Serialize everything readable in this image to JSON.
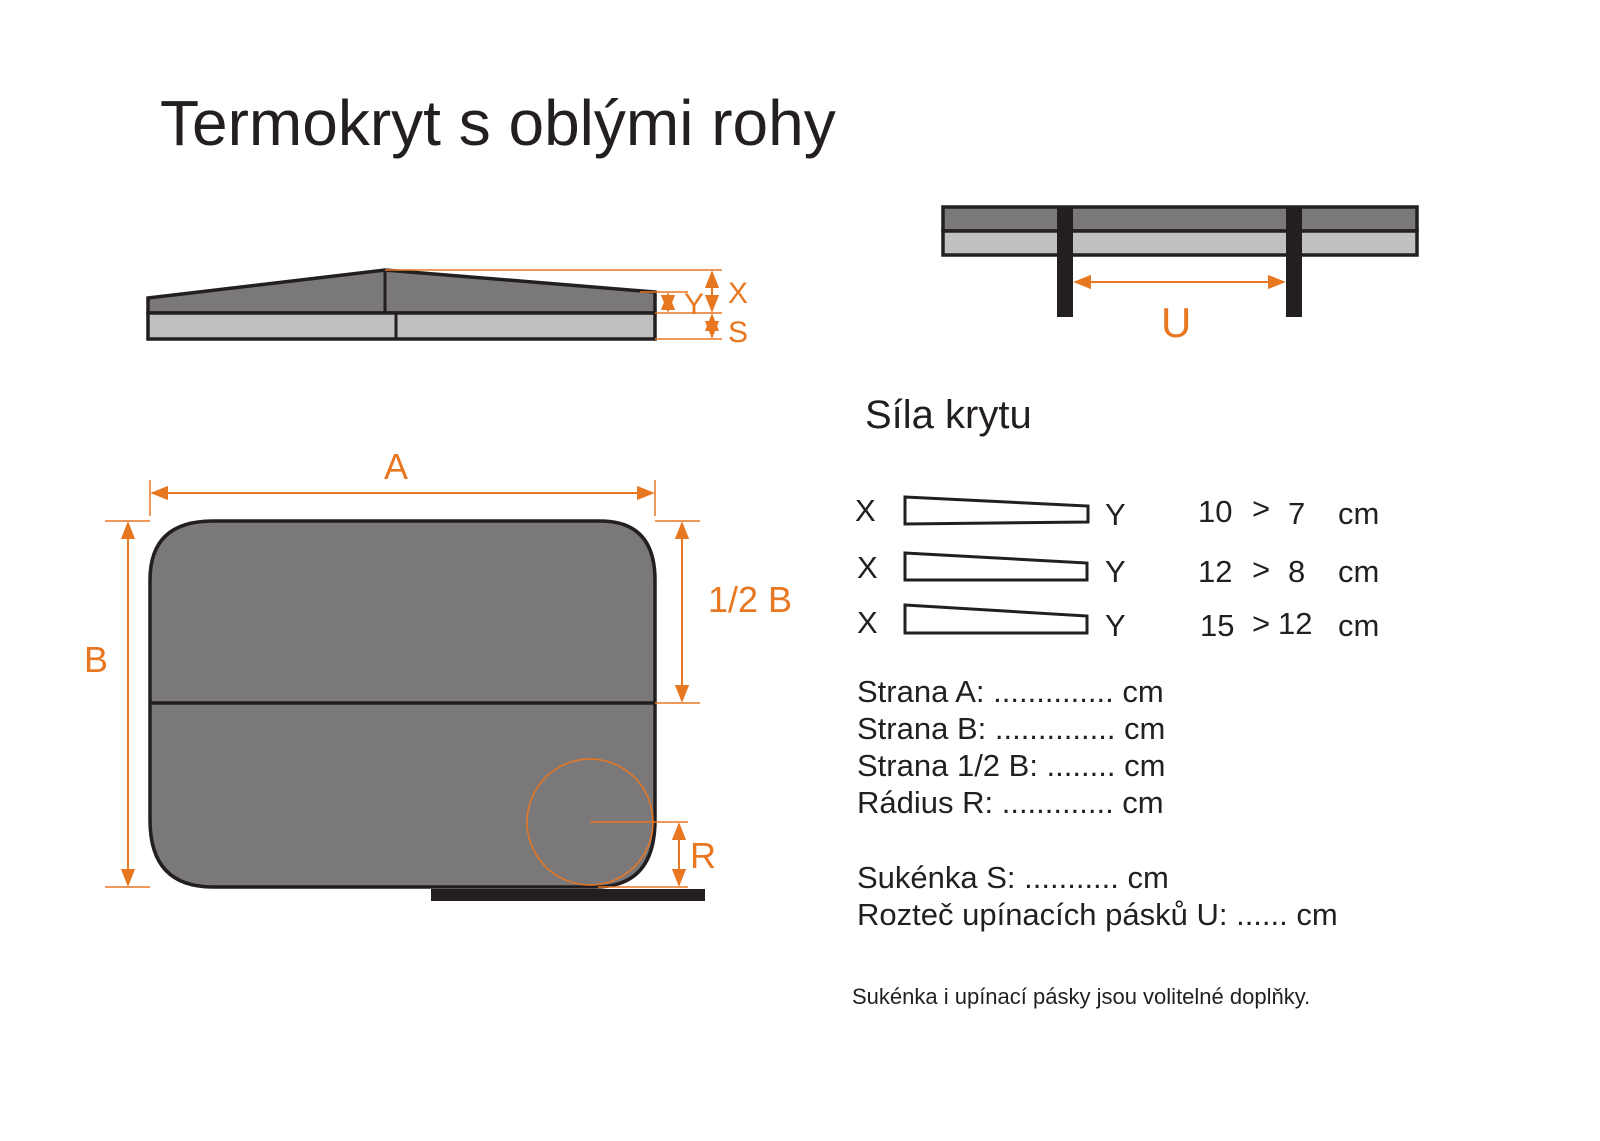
{
  "title": "Termokryt s oblými rohy",
  "colors": {
    "cover_dark": "#7a7879",
    "cover_light": "#c0c0c0",
    "outline": "#231f20",
    "dimension": "#e87722"
  },
  "side_view": {
    "label_x": "X",
    "label_y": "Y",
    "label_s": "S"
  },
  "strap_view": {
    "label_u": "U"
  },
  "top_view": {
    "label_a": "A",
    "label_b": "B",
    "label_half_b": "1/2 B",
    "label_r": "R"
  },
  "thickness": {
    "heading": "Síla krytu",
    "rows": [
      {
        "x": "X",
        "y": "Y",
        "from": "10",
        "sep": ">",
        "to": "7",
        "unit": "cm"
      },
      {
        "x": "X",
        "y": "Y",
        "from": "12",
        "sep": ">",
        "to": "8",
        "unit": "cm"
      },
      {
        "x": "X",
        "y": "Y",
        "from": "15",
        "sep": ">",
        "to": "12",
        "unit": "cm"
      }
    ]
  },
  "form": {
    "side_a": "Strana A: .............. cm",
    "side_b": "Strana B: .............. cm",
    "half_b": "Strana 1/2 B: ........ cm",
    "radius": "Rádius R: ............. cm",
    "skirt": "Sukénka S: ........... cm",
    "strap_spacing": "Rozteč upínacích pásků U: ...... cm"
  },
  "note": "Sukénka i upínací pásky jsou volitelné doplňky."
}
